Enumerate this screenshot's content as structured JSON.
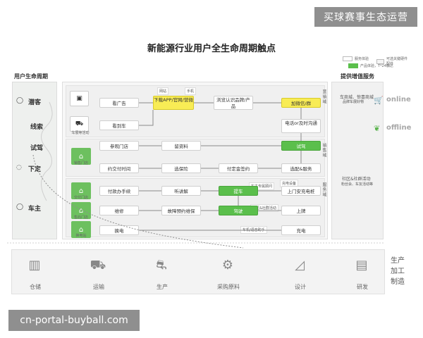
{
  "watermarks": {
    "top": "买球赛事生态运营",
    "bottom": "cn-portal-buyball.com"
  },
  "header": {
    "title": "新能源行业用户全生命周期触点",
    "legend": {
      "service_experience": "服务体验",
      "key_hardware": "可选关键硬件配件",
      "product_experience": "产品体验，T*24触达"
    }
  },
  "left": {
    "panel_title": "用户生命周期",
    "stages": [
      {
        "name": "潜客",
        "icon": "user-icon"
      },
      {
        "name": "线索",
        "icon": ""
      },
      {
        "name": "试驾",
        "icon": ""
      },
      {
        "name": "下定",
        "icon": "user-check-icon"
      },
      {
        "name": "车主",
        "icon": "user-car-icon"
      }
    ]
  },
  "main": {
    "side_labels": [
      "营销域",
      "销售域",
      "服务域"
    ],
    "left_nodes": {
      "exhibition": "车展等活动",
      "store_sales": "销售门店",
      "delivery": "交付门店",
      "after_sales": "售后门店",
      "swap_station": "换电站"
    },
    "tags": {
      "web": "网站",
      "phone": "手机",
      "service_specialist": "车主专属顾问",
      "charging_device": "充电设备",
      "community": "社区&社群活动",
      "car_app": "车机/语音助手"
    },
    "boxes": {
      "watch_ad": "看广告",
      "download_app": "下载APP/官网/营微",
      "browse_knowledge": "浏览认识品牌/产品",
      "add_wechat": "加微信/群",
      "see_car": "看到车",
      "call_or_contact": "电话or及时沟通",
      "visit_store": "参观门店",
      "leave_info": "留资料",
      "test_drive": "试驾",
      "delivery_time": "约交付时间",
      "choose_insurance": "选保险",
      "contract_deposit": "付定金签约",
      "selection_service": "选配&服务",
      "pay_procedures": "付款办手续",
      "listen_explain": "听讲解",
      "pickup": "提车",
      "home_charger": "上门安充电桩",
      "maintenance": "维修",
      "fault_booking": "故障预约维保",
      "drive": "驾驶",
      "plate": "上牌",
      "battery_swap": "换电",
      "charge": "充电"
    }
  },
  "right": {
    "panel_title": "提供增值服务",
    "online": "online",
    "offline": "offline",
    "online_items": "车商城、惊喜商城",
    "online_items_sub": "品牌车展好物",
    "offline_items": "社区&社群活动",
    "offline_items_sub": "粉丝会、车友活动等"
  },
  "bottom": {
    "production_label": "生产加工制造",
    "items": [
      {
        "name": "仓储",
        "icon": "factory-icon"
      },
      {
        "name": "运输",
        "icon": "truck-icon"
      },
      {
        "name": "生产",
        "icon": "car-line-icon"
      },
      {
        "name": "采购原料",
        "icon": "robot-arm-icon"
      },
      {
        "name": "设计",
        "icon": "ruler-icon"
      },
      {
        "name": "研发",
        "icon": "lab-icon"
      }
    ]
  },
  "colors": {
    "accent_green": "#5bbf4c",
    "accent_yellow": "#f8ec55",
    "panel_gray": "#f3f3f3"
  }
}
